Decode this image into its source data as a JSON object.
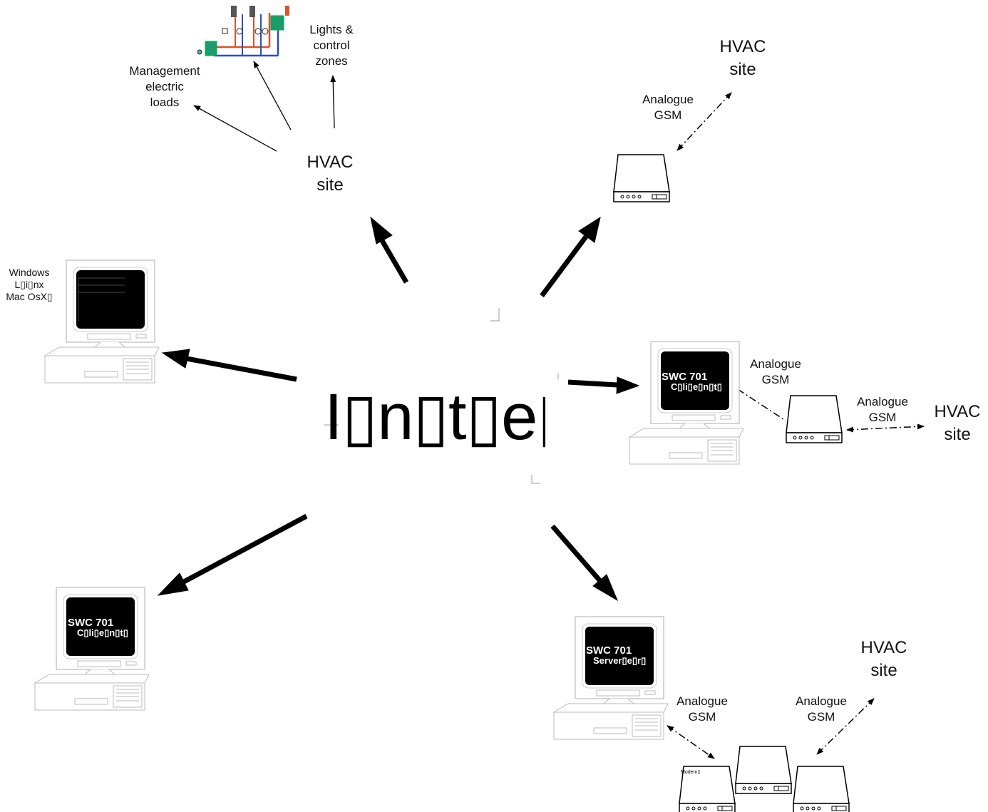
{
  "center": {
    "label": "I▯n▯t▯e▯r"
  },
  "top_hub": {
    "site": [
      "HVAC",
      "site"
    ],
    "management": [
      "Management",
      "electric",
      "loads"
    ],
    "lights": [
      "Lights &",
      "control",
      "zones"
    ]
  },
  "top_right": {
    "site": [
      "HVAC",
      "site"
    ],
    "link": [
      "Analogue",
      "GSM"
    ]
  },
  "left_pc": {
    "os": [
      "Windows",
      "L▯i▯nx",
      "Mac OsX▯"
    ]
  },
  "right_pc": {
    "screen": [
      "SWC 701",
      "C▯li▯e▯n▯t▯"
    ],
    "link1": [
      "Analogue",
      "GSM"
    ],
    "link2": [
      "Analogue",
      "GSM"
    ],
    "site": [
      "HVAC",
      "site"
    ]
  },
  "bottom_left_pc": {
    "screen": [
      "SWC 701",
      "C▯li▯e▯n▯t▯"
    ]
  },
  "bottom_right": {
    "screen": [
      "SWC 701",
      "Server▯e▯r▯"
    ],
    "link1": [
      "Analogue",
      "GSM"
    ],
    "link2": [
      "Analogue",
      "GSM"
    ],
    "site": [
      "HVAC",
      "site"
    ],
    "modem_label": "Modem▯"
  }
}
